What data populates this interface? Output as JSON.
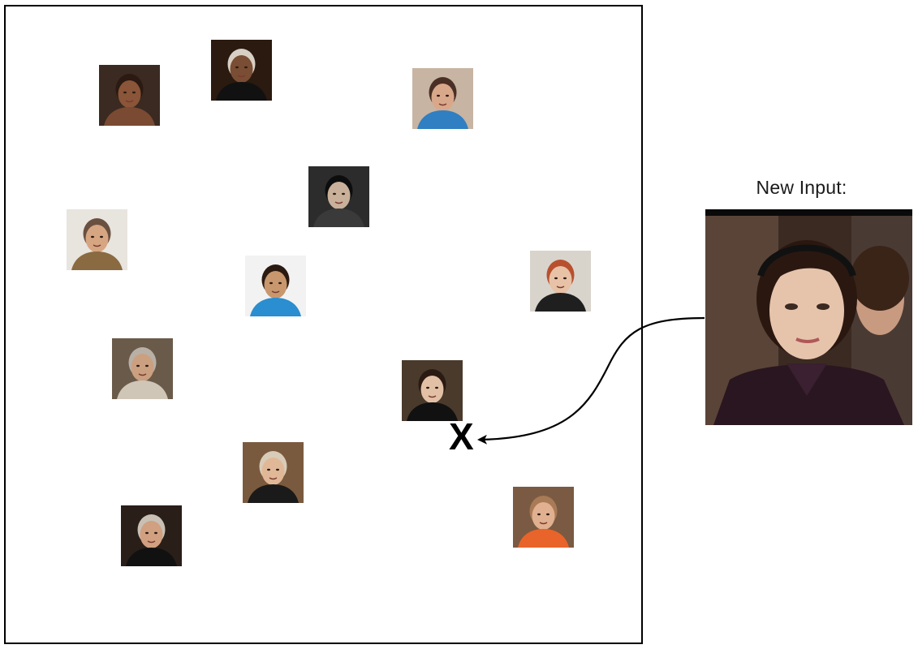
{
  "new_input": {
    "label": "New Input:"
  },
  "marker": {
    "symbol": "X"
  },
  "colors": {
    "frame": "#000000",
    "arrow": "#000000",
    "background": "#ffffff"
  },
  "faces": [
    {
      "name": "face-thumbnail-boxer",
      "bg": "#3a2a22",
      "skin": "#8a5538",
      "hair": "#2a1a12",
      "shirt": "#7a4a32"
    },
    {
      "name": "face-thumbnail-tuxedo-man",
      "bg": "#2a1a10",
      "skin": "#7a4e34",
      "hair": "#d8d0c4",
      "shirt": "#111111"
    },
    {
      "name": "face-thumbnail-woman-blue",
      "bg": "#c7b4a2",
      "skin": "#d9a88a",
      "hair": "#4a2f25",
      "shirt": "#2f7fc2"
    },
    {
      "name": "face-thumbnail-rocker",
      "bg": "#2c2c2c",
      "skin": "#c9b09a",
      "hair": "#0d0d0d",
      "shirt": "#3a3a3a"
    },
    {
      "name": "face-thumbnail-older-man",
      "bg": "#e8e4de",
      "skin": "#d6a582",
      "hair": "#6a5040",
      "shirt": "#8a6a40"
    },
    {
      "name": "face-thumbnail-young-man",
      "bg": "#f2f2f2",
      "skin": "#c9976e",
      "hair": "#2a1a10",
      "shirt": "#2a8ed0"
    },
    {
      "name": "face-thumbnail-redhead",
      "bg": "#d8d4cc",
      "skin": "#e8c2a6",
      "hair": "#b8502e",
      "shirt": "#1f1f1f"
    },
    {
      "name": "face-thumbnail-grey-haired-man",
      "bg": "#6a5a4a",
      "skin": "#caa080",
      "hair": "#b8b0a6",
      "shirt": "#cfc6b8"
    },
    {
      "name": "face-thumbnail-matching-woman",
      "bg": "#4a3a2c",
      "skin": "#e2c0a6",
      "hair": "#2a1a12",
      "shirt": "#111111"
    },
    {
      "name": "face-thumbnail-blonde-woman",
      "bg": "#7a5a3e",
      "skin": "#e0b898",
      "hair": "#d8ccb8",
      "shirt": "#1a1a1a"
    },
    {
      "name": "face-thumbnail-bearded-man",
      "bg": "#2a1e18",
      "skin": "#d0a080",
      "hair": "#c8c0b4",
      "shirt": "#111111"
    },
    {
      "name": "face-thumbnail-woman-orange",
      "bg": "#7a5a42",
      "skin": "#e0b090",
      "hair": "#a87a56",
      "shirt": "#e8642a"
    }
  ]
}
